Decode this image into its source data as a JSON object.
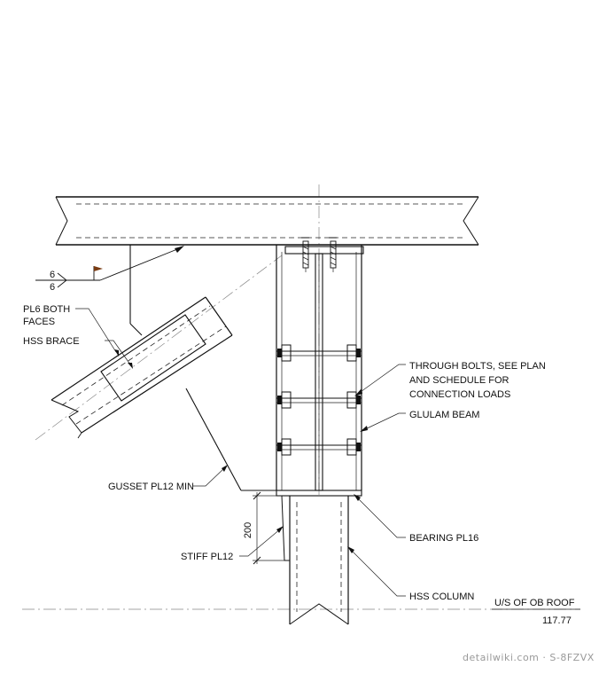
{
  "labels": {
    "pl6_line1": "PL6 BOTH",
    "pl6_line2": "FACES",
    "hss_brace": "HSS BRACE",
    "through_bolts_line1": "THROUGH BOLTS, SEE PLAN",
    "through_bolts_line2": "AND SCHEDULE FOR",
    "through_bolts_line3": "CONNECTION LOADS",
    "glulam_beam": "GLULAM BEAM",
    "gusset": "GUSSET PL12 MIN",
    "bearing": "BEARING PL16",
    "stiff": "STIFF PL12",
    "dim_200": "200",
    "hss_column": "HSS COLUMN",
    "roof_label": "U/S OF OB ROOF",
    "roof_elev": "117.77"
  },
  "weld_symbol": {
    "size_top": "6",
    "size_bottom": "6",
    "flag_color": "#7a3b12"
  },
  "watermark": "detailwiki.com · S-8FZVX"
}
